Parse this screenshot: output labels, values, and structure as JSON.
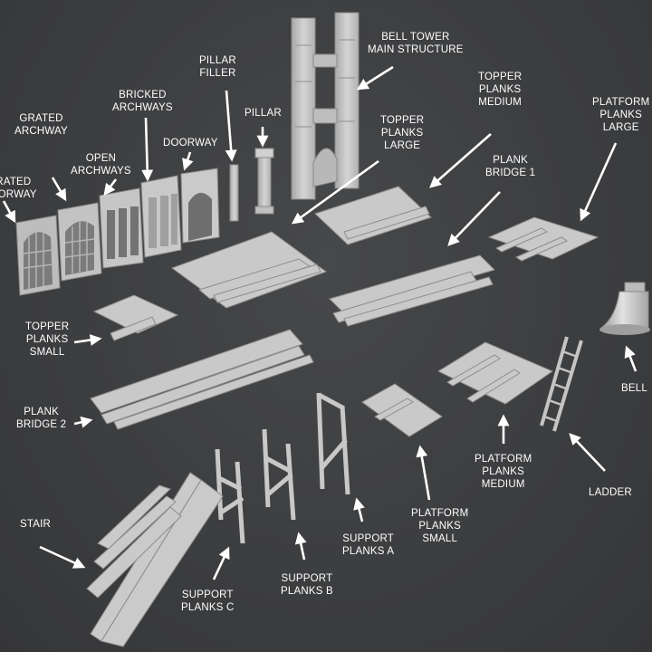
{
  "labels": {
    "grated_doorway": "GRATED\nDOORWAY",
    "grated_archway": "GRATED\nARCHWAY",
    "open_archways": "OPEN\nARCHWAYS",
    "bricked_archways": "BRICKED\nARCHWAYS",
    "doorway": "DOORWAY",
    "pillar_filler": "PILLAR\nFILLER",
    "pillar": "PILLAR",
    "bell_tower": "BELL TOWER\nMAIN STRUCTURE",
    "topper_planks_large": "TOPPER\nPLANKS\nLARGE",
    "topper_planks_medium": "TOPPER\nPLANKS\nMEDIUM",
    "plank_bridge_1": "PLANK\nBRIDGE 1",
    "platform_planks_large": "PLATFORM\nPLANKS\nLARGE",
    "topper_planks_small": "TOPPER\nPLANKS\nSMALL",
    "plank_bridge_2": "PLANK\nBRIDGE 2",
    "bell": "BELL",
    "platform_planks_medium": "PLATFORM\nPLANKS\nMEDIUM",
    "ladder": "LADDER",
    "platform_planks_small": "PLATFORM\nPLANKS\nSMALL",
    "support_planks_a": "SUPPORT\nPLANKS A",
    "support_planks_b": "SUPPORT\nPLANKS B",
    "support_planks_c": "SUPPORT\nPLANKS C",
    "stair": "STAIR"
  },
  "colors": {
    "background": "#3d3e40",
    "model": "#c9c9c9",
    "model_shade": "#9a9a9a",
    "label": "#ffffff"
  }
}
